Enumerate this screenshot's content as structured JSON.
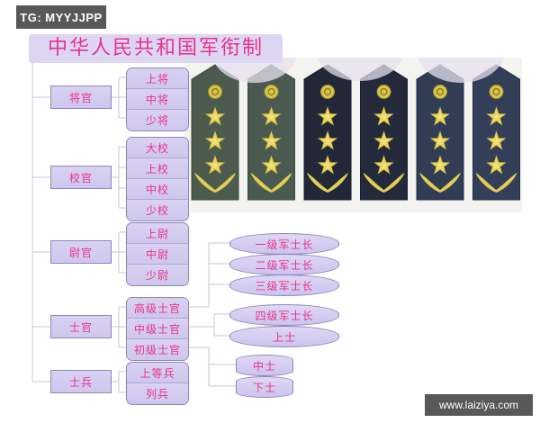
{
  "watermarks": {
    "telegram": "TG: MYYJJPP",
    "site": "www.laiziya.com"
  },
  "title": "中华人民共和国军衔制",
  "colors": {
    "box_fill": "#cfc6ee",
    "box_border": "#8d87b5",
    "text_pink": "#e8338a",
    "banner": "#ddd6f3",
    "watermark_bg": "#585858",
    "line": "#c9c4d8"
  },
  "categories": [
    {
      "id": "jiangguan",
      "label": "将官",
      "ranks": [
        "上将",
        "中将",
        "少将"
      ]
    },
    {
      "id": "xiaoguan",
      "label": "校官",
      "ranks": [
        "大校",
        "上校",
        "中校",
        "少校"
      ]
    },
    {
      "id": "weiguan",
      "label": "尉官",
      "ranks": [
        "上尉",
        "中尉",
        "少尉"
      ]
    },
    {
      "id": "shiguan",
      "label": "士官",
      "ranks": [
        "高级士官",
        "中级士官",
        "初级士官"
      ]
    },
    {
      "id": "shibing",
      "label": "士兵",
      "ranks": [
        "上等兵",
        "列兵"
      ]
    }
  ],
  "detail_groups": [
    {
      "id": "senior-nco",
      "source": "高级士官",
      "items": [
        "一级军士长",
        "二级军士长",
        "三级军士长"
      ]
    },
    {
      "id": "mid-nco",
      "source": "中级士官",
      "items": [
        "四级军士长",
        "上士"
      ]
    },
    {
      "id": "junior-nco",
      "source": "初级士官",
      "items": [
        "中士",
        "下士"
      ]
    }
  ],
  "epaulettes": {
    "count": 6,
    "stars_each": 3,
    "features": [
      "emblem-button",
      "three-stars",
      "wing-wreath"
    ],
    "boards": [
      {
        "service": "army",
        "fill": "#4c5b4e",
        "edge": "#3b4a3d"
      },
      {
        "service": "army",
        "fill": "#4b5a50",
        "edge": "#3a4940"
      },
      {
        "service": "navy",
        "fill": "#232838",
        "edge": "#181c29"
      },
      {
        "service": "navy",
        "fill": "#242a3c",
        "edge": "#191e2c"
      },
      {
        "service": "air-force",
        "fill": "#313c55",
        "edge": "#252e43"
      },
      {
        "service": "air-force",
        "fill": "#333e58",
        "edge": "#273046"
      }
    ],
    "star_color": "#e8d45a",
    "emblem_color": "#d8c64a",
    "wing_color": "#e2cd55"
  }
}
